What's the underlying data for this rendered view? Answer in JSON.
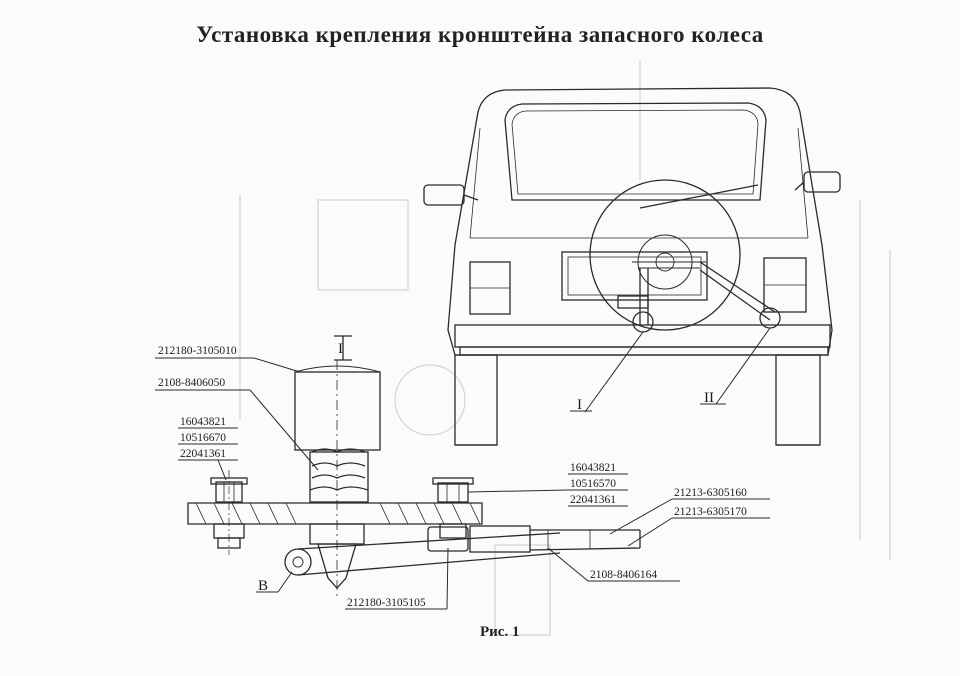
{
  "title": "Установка крепления кронштейна запасного колеса",
  "caption": "Рис. 1",
  "view_labels": {
    "section": "I",
    "detail_1": "I",
    "detail_2": "II",
    "detail_b": "B"
  },
  "part_numbers": {
    "pillar": "212180-3105010",
    "bushing": "2108-8406050",
    "fastener_left": [
      "16043821",
      "10516670",
      "22041361"
    ],
    "fastener_right": [
      "16043821",
      "10516570",
      "22041361"
    ],
    "bracket_rod": "21213-6305160",
    "bracket_sleeve": "21213-6305170",
    "pin": "2108-8406164",
    "clamp": "212180-3105105"
  },
  "colors": {
    "ink": "#2a2a2a",
    "paper": "#fbfbf9",
    "bleed": "#cfd4dc"
  }
}
